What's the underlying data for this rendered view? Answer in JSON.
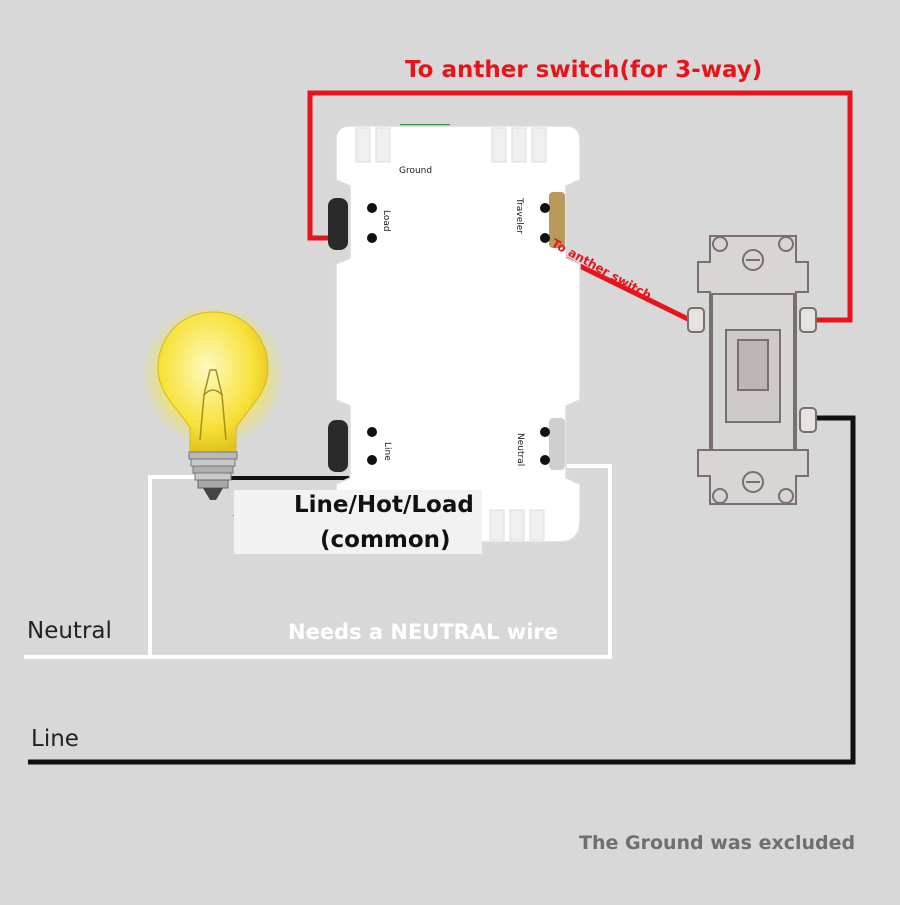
{
  "title": "To anther switch(for 3-way)",
  "terminals": {
    "ground": "Ground",
    "load": "Load",
    "traveler": "Traveler",
    "line": "Line",
    "neutral": "Neutral"
  },
  "traveler_wire_label": "To anther switch",
  "callout": {
    "line1": "Line/Hot/Load",
    "line2": "(common)"
  },
  "wires": {
    "neutral_label": "Neutral",
    "line_label": "Line",
    "neutral_note": "Needs a NEUTRAL wire"
  },
  "footer_note": "The Ground was excluded",
  "colors": {
    "background": "#d8d8d8",
    "traveler_wire": "#e8141b",
    "line_wire": "#111111",
    "neutral_wire": "#ffffff",
    "star": "#ffe600",
    "bulb_glow": "#f7e23a"
  },
  "icons": [
    "light-bulb-icon",
    "star-icon",
    "smart-switch-icon",
    "three-way-toggle-switch-icon"
  ]
}
